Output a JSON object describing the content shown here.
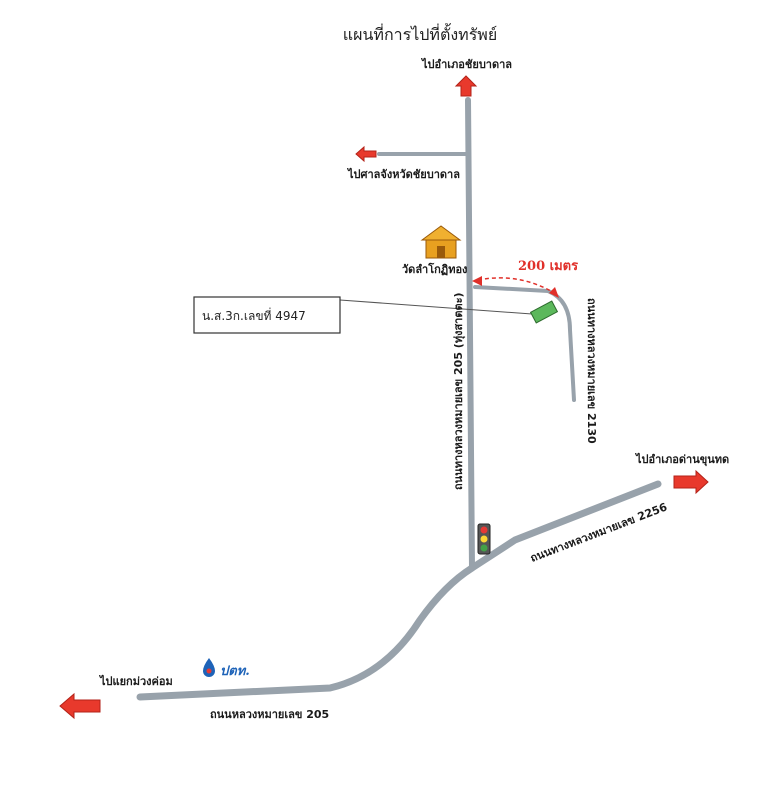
{
  "title": "แผนที่การไปที่ตั้งทรัพย์",
  "directions": {
    "north": "ไปอำเภอชัยบาดาล",
    "west_upper": "ไปศาลจังหวัดชัยบาดาล",
    "east": "ไปอำเภอด่านขุนทด",
    "southwest": "ไปแยกม่วงค่อม"
  },
  "landmarks": {
    "temple": "วัดลำโกฏิทอง",
    "gas_station": "ปตท."
  },
  "property_label": "น.ส.3ก.เลขที่ 4947",
  "distance_label": "200 เมตร",
  "roads": {
    "main_vertical": "ถนนทางหลวงหมายเลข 205 (ทุ่งสาตตะ)",
    "side_road": "ถนนทางหลวงหมายเลข 2130",
    "east_road": "ถนนทางหลวงหมายเลข 2256",
    "bottom_road": "ถนนหลวงหมายเลข 205"
  },
  "colors": {
    "road": "#98a2ab",
    "arrow": "#e8392c",
    "property": "#5cb85c",
    "distance": "#e0302a"
  }
}
